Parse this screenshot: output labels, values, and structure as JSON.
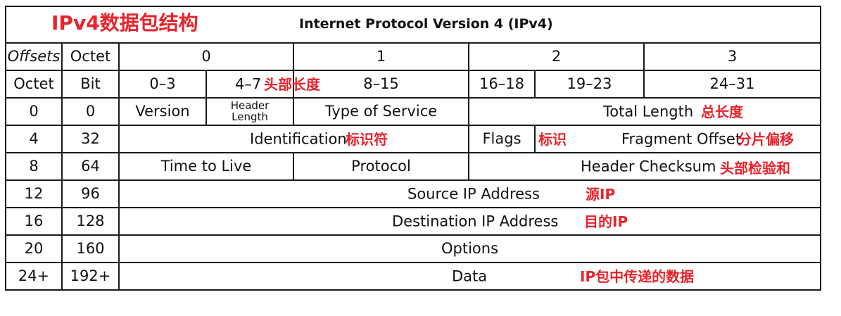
{
  "title_cn": "IPv4数据包结构",
  "title_en": "Internet Protocol Version 4 (IPv4)",
  "header": {
    "offsets": "Offsets",
    "octet": "Octet",
    "octet_0": "0",
    "octet_1": "1",
    "octet_2": "2",
    "octet_3": "3"
  },
  "bit_row": {
    "octet": "Octet",
    "bit": "Bit",
    "b0_3": "0–3",
    "b4_7": "4–7",
    "b4_7_note": "头部长度",
    "b8_15": "8–15",
    "b16_18": "16–18",
    "b19_23": "19–23",
    "b24_31": "24–31"
  },
  "rows": [
    {
      "octet": "0",
      "bit": "0",
      "version": "Version",
      "header_length_line1": "Header",
      "header_length_line2": "Length",
      "tos": "Type of Service",
      "total_length": "Total Length",
      "total_length_note": "总长度"
    },
    {
      "octet": "4",
      "bit": "32",
      "identification": "Identification",
      "identification_note": "标识符",
      "flags": "Flags",
      "flags_note": "标识",
      "fragment_offset": "Fragment Offset",
      "fragment_offset_note": "分片偏移"
    },
    {
      "octet": "8",
      "bit": "64",
      "ttl": "Time to Live",
      "protocol": "Protocol",
      "checksum": "Header Checksum",
      "checksum_note": "头部检验和"
    },
    {
      "octet": "12",
      "bit": "96",
      "field": "Source IP Address",
      "note": "源IP"
    },
    {
      "octet": "16",
      "bit": "128",
      "field": "Destination IP Address",
      "note": "目的IP"
    },
    {
      "octet": "20",
      "bit": "160",
      "field": "Options"
    },
    {
      "octet": "24+",
      "bit": "192+",
      "field": "Data",
      "note": "IP包中传递的数据"
    }
  ],
  "colors": {
    "annotation": "#e8222b",
    "border": "#1a1a1a"
  }
}
